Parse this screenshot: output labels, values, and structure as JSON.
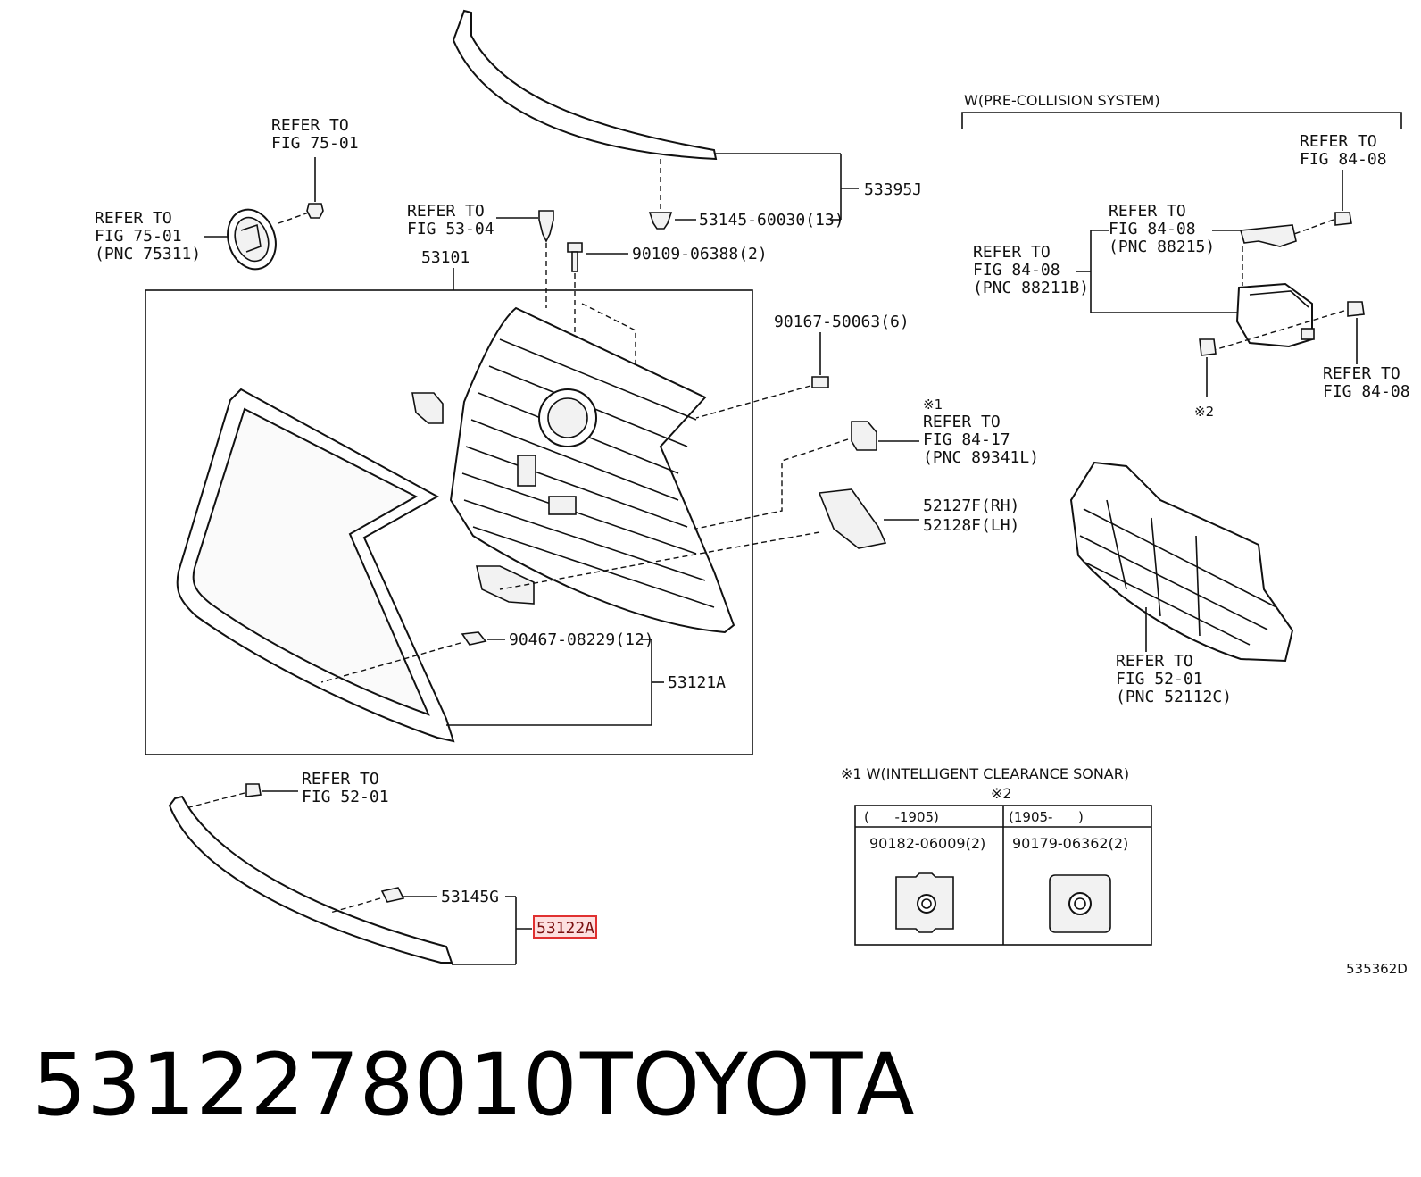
{
  "header": {
    "pre_collision": "W(PRE-COLLISION SYSTEM)"
  },
  "callouts": {
    "refer_75_01_a": [
      "REFER TO",
      "FIG 75-01"
    ],
    "refer_75_01_b": [
      "REFER TO",
      "FIG 75-01",
      "(PNC 75311)"
    ],
    "refer_53_04": [
      "REFER TO",
      "FIG 53-04"
    ],
    "refer_84_17": [
      "※1",
      "REFER TO",
      "FIG 84-17",
      "(PNC 89341L)"
    ],
    "refer_84_08_top": [
      "REFER TO",
      "FIG 84-08"
    ],
    "refer_84_08_mid": [
      "REFER TO",
      "FIG 84-08",
      "(PNC 88215)"
    ],
    "refer_84_08_left": [
      "REFER TO",
      "FIG 84-08",
      "(PNC 88211B)"
    ],
    "refer_84_08_bot": [
      "REFER TO",
      "FIG 84-08"
    ],
    "refer_52_01_grille": [
      "REFER TO",
      "FIG 52-01",
      "(PNC 52112C)"
    ],
    "refer_52_01_bolt": [
      "REFER TO",
      "FIG 52-01"
    ]
  },
  "parts": {
    "p53395J": "53395J",
    "p53145_60030": "53145-60030(13)",
    "p53101": "53101",
    "p90109_06388": "90109-06388(2)",
    "p90167_50063": "90167-50063(6)",
    "p52127F": "52127F(RH)",
    "p52128F": "52128F(LH)",
    "p90467_08229": "90467-08229(12)",
    "p53121A": "53121A",
    "p53145G": "53145G",
    "p53122A": "53122A",
    "note2": "※2"
  },
  "legend_table": {
    "title": "※1 W(INTELLIGENT CLEARANCE SONAR)",
    "subtitle": "※2",
    "col1_head": "(      -1905)",
    "col2_head": "(1905-      )",
    "col1_part": "90182-06009(2)",
    "col2_part": "90179-06362(2)"
  },
  "figure_code": "535362D",
  "footer": {
    "part_number": "5312278010",
    "brand": "TOYOTA"
  },
  "colors": {
    "highlight": "#e03030"
  }
}
